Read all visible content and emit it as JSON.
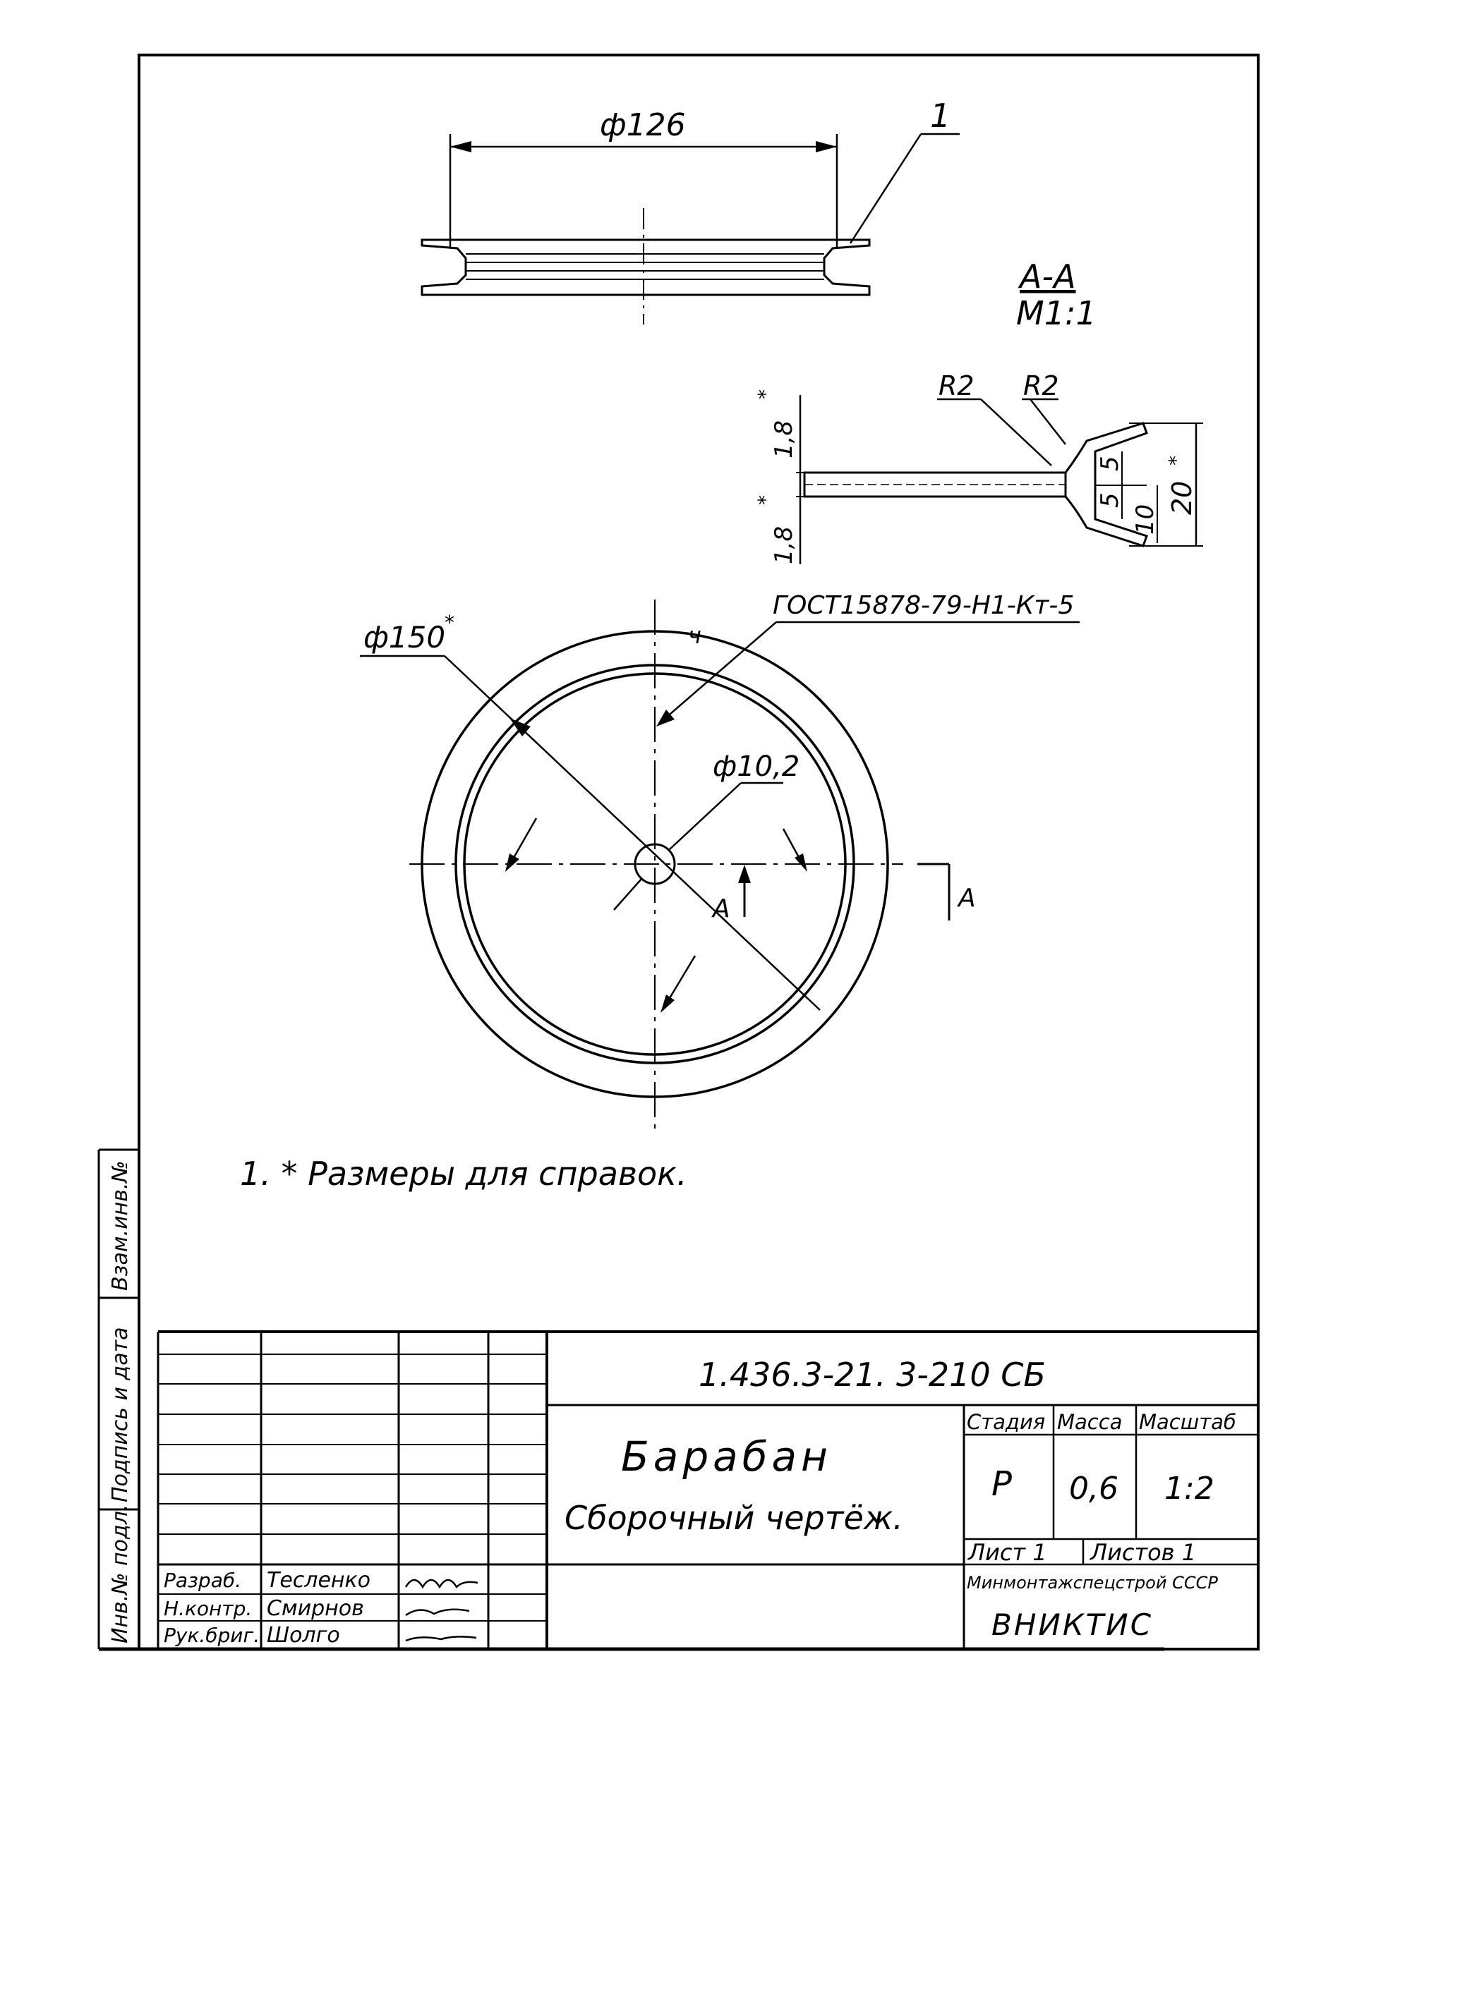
{
  "drawing": {
    "top_view": {
      "diameter_label": "ф126",
      "callout_number": "1"
    },
    "section": {
      "title": "А-А",
      "scale": "М1:1",
      "radius_left": "R2",
      "radius_right": "R2",
      "dim_top_thickness": "1,8",
      "dim_bottom_thickness": "1,8",
      "dim_inner_1": "5",
      "dim_inner_2": "5",
      "dim_depth": "10",
      "dim_height": "20",
      "asterisk": "*"
    },
    "plan_view": {
      "outer_diameter": "ф150",
      "asterisk": "*",
      "hole_diameter": "ф10,2",
      "weld_standard": "ГОСТ15878-79-Н1-Кт-5",
      "weld_marker": "ч",
      "section_letter_1": "А",
      "section_letter_2": "А"
    },
    "note": "1. * Размеры для справок."
  },
  "side_labels": {
    "label_1": "Взам.инв.№",
    "label_2": "Подпись и дата",
    "label_3": "Инв.№ подл."
  },
  "title_block": {
    "document_code": "1.436.3-21.   3-210 СБ",
    "name_line_1": "Барабан",
    "name_line_2": "Сборочный чертёж.",
    "col_stage": "Стадия",
    "col_mass": "Масса",
    "col_scale": "Масштаб",
    "stage_value": "Р",
    "mass_value": "0,6",
    "scale_value": "1:2",
    "sheet": "Лист 1",
    "sheets": "Листов 1",
    "ministry": "Минмонтажспецстрой СССР",
    "organization": "ВНИКТИС",
    "signatures": [
      {
        "role": "Разраб.",
        "name": "Тесленко"
      },
      {
        "role": "Н.контр.",
        "name": "Смирнов"
      },
      {
        "role": "Рук.бриг.",
        "name": "Шолго"
      }
    ]
  }
}
